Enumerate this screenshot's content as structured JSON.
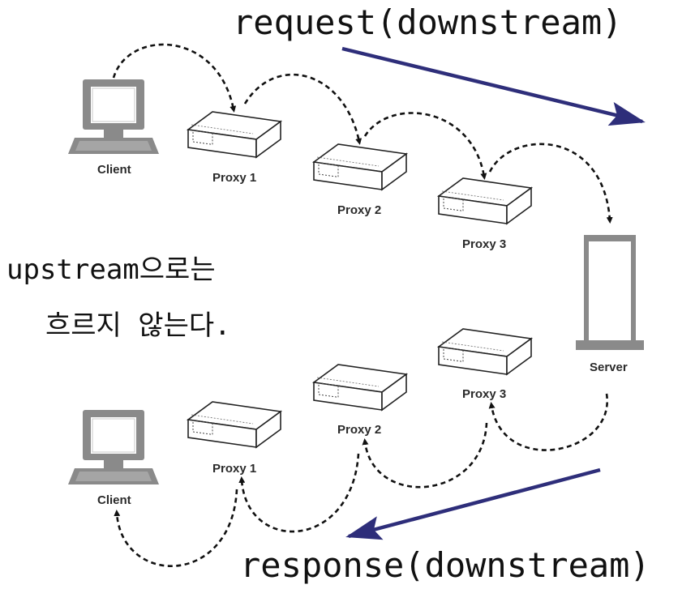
{
  "annotations": {
    "request": "request(downstream)",
    "response": "response(downstream)",
    "note_line1": "upstream으로는",
    "note_line2": "흐르지 않는다."
  },
  "nodes": {
    "client": "Client",
    "proxy1": "Proxy 1",
    "proxy2": "Proxy 2",
    "proxy3": "Proxy 3",
    "server": "Server"
  },
  "colors": {
    "flow_arrow": "#2e2e7a",
    "device_fill": "#8a8a8a",
    "line": "#111111"
  },
  "icons": [
    "computer-icon",
    "proxy-box-icon",
    "server-tower-icon",
    "dashed-arrow",
    "flow-arrow"
  ]
}
